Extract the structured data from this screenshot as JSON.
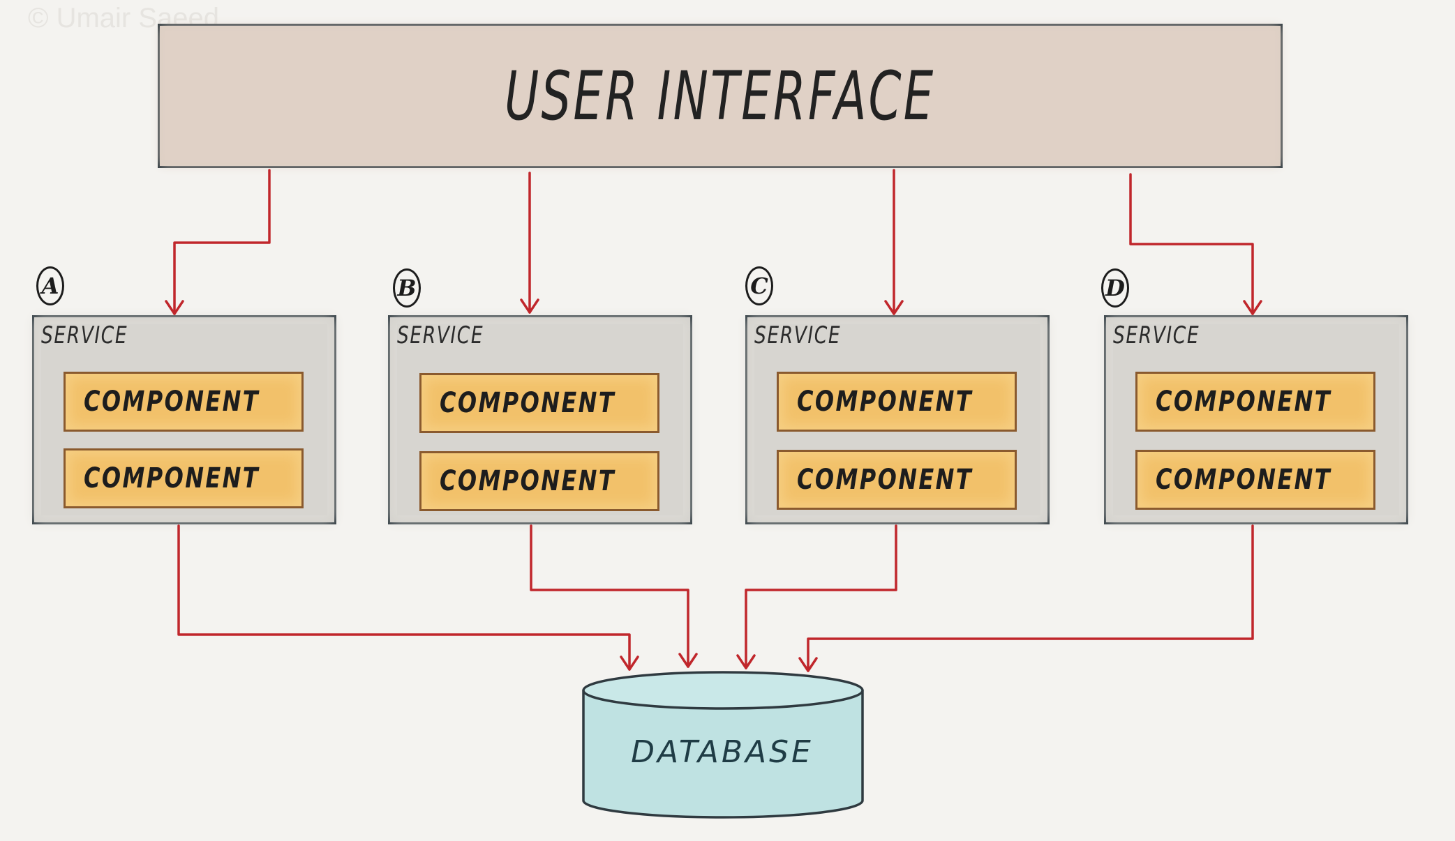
{
  "copyright": "© Umair Saeed",
  "user_interface": {
    "label": "User Interface"
  },
  "services": [
    {
      "badge": "A",
      "label": "Service",
      "components": [
        "Component",
        "Component"
      ]
    },
    {
      "badge": "B",
      "label": "Service",
      "components": [
        "Component",
        "Component"
      ]
    },
    {
      "badge": "C",
      "label": "Service",
      "components": [
        "Component",
        "Component"
      ]
    },
    {
      "badge": "D",
      "label": "Service",
      "components": [
        "Component",
        "Component"
      ]
    }
  ],
  "database": {
    "label": "Database"
  },
  "colors": {
    "background": "#f4f3f0",
    "ui_fill": "#ddcfc4",
    "service_fill": "#d3d1cc",
    "component_fill": "#f2c16a",
    "component_border": "#8a5a2e",
    "database_fill": "#bfe2e2",
    "arrow": "#c0262b",
    "outline": "#2f3a40"
  }
}
